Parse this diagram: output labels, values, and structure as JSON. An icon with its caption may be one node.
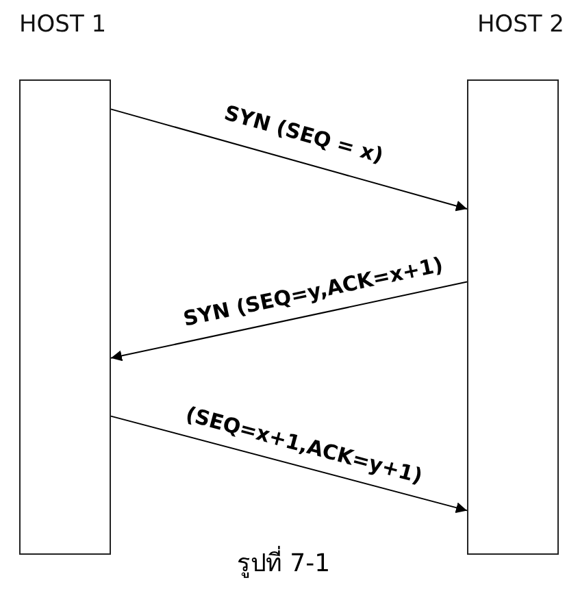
{
  "diagram": {
    "caption": "รูปที่ 7-1",
    "nodes": [
      {
        "text": [
          "HOST 1"
        ]
      },
      {
        "text": [
          "HOST 2"
        ]
      }
    ],
    "edges": [
      {
        "from": 0,
        "to": 1,
        "arrow": "to",
        "label": "SYN (SEQ = x)"
      },
      {
        "from": 1,
        "to": 0,
        "arrow": "to",
        "label": "SYN (SEQ=y,ACK=x+1)"
      },
      {
        "from": 0,
        "to": 1,
        "arrow": "to",
        "label": "(SEQ=x+1,ACK=y+1)"
      }
    ]
  }
}
